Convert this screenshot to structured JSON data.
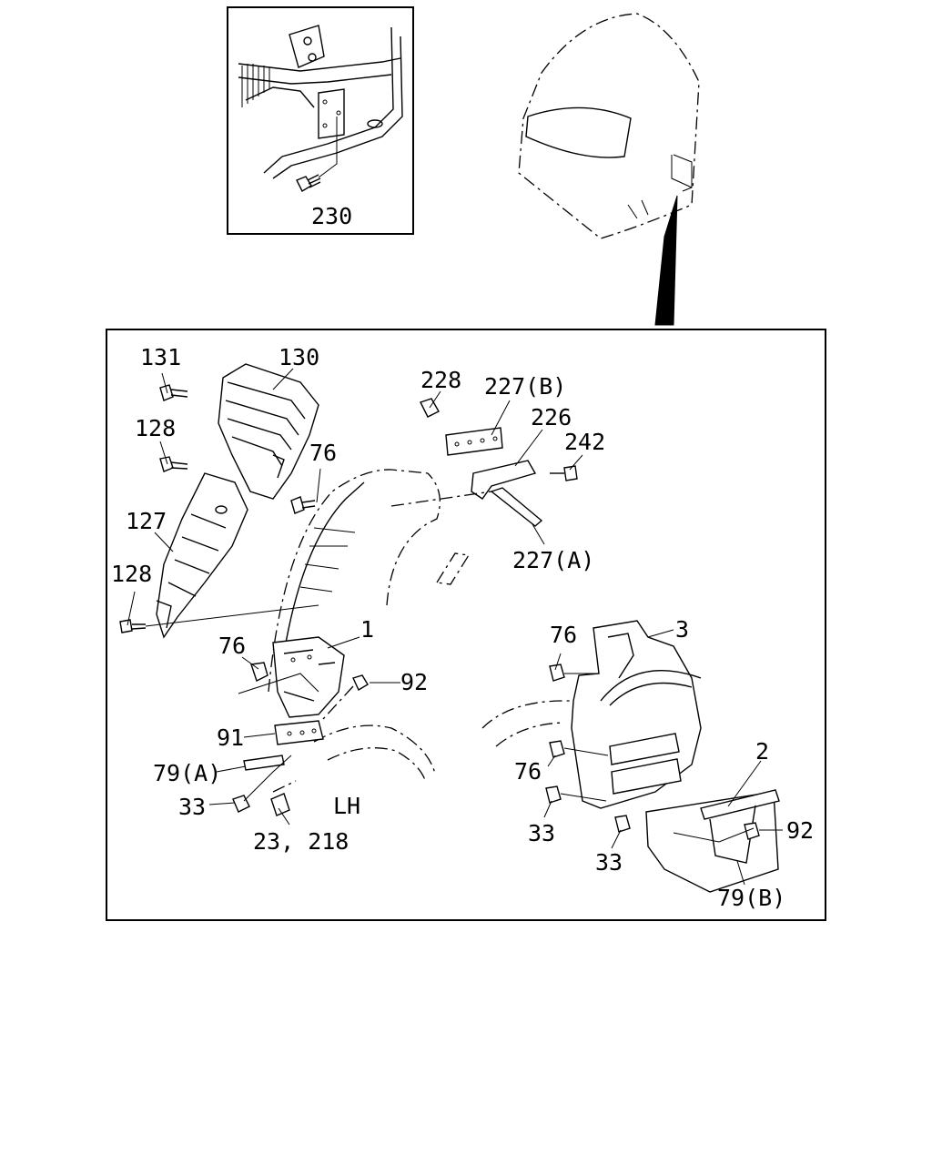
{
  "inset_label": "230",
  "side_label": "LH",
  "callouts": {
    "p131": "131",
    "p130": "130",
    "p128a": "128",
    "p76a": "76",
    "p127": "127",
    "p128b": "128",
    "p228": "228",
    "p227b": "227(B)",
    "p226": "226",
    "p242": "242",
    "p227a": "227(A)",
    "p76b": "76",
    "p1": "1",
    "p92a": "92",
    "p91": "91",
    "p79a": "79(A)",
    "p33a": "33",
    "p23": "23, 218",
    "p76c": "76",
    "p3": "3",
    "p76d": "76",
    "p2": "2",
    "p33b": "33",
    "p33c": "33",
    "p92b": "92",
    "p79b": "79(B)"
  }
}
